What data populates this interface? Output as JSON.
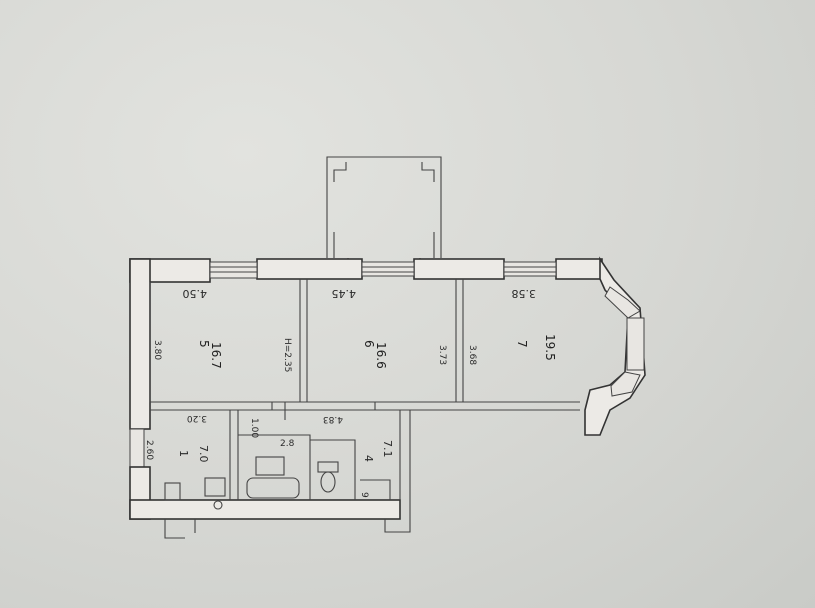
{
  "rooms": [
    {
      "id": "room-1",
      "number": "5",
      "area": "16.7"
    },
    {
      "id": "room-2",
      "number": "6",
      "area": "16.6"
    },
    {
      "id": "room-3",
      "number": "7",
      "area": "19.5"
    },
    {
      "id": "kitchen",
      "number": "1",
      "area": "7.0"
    },
    {
      "id": "hall",
      "number": "4",
      "area": "7.1"
    }
  ],
  "dimensions": {
    "top_left": "4.50",
    "top_mid": "4.45",
    "top_right": "3.58",
    "left_height": "3.80",
    "mid_height": "H=2.35",
    "right_inner": "3.73",
    "right_height": "3.68",
    "kitchen_width": "3.20",
    "kitchen_height": "2.60",
    "corridor": "4.83",
    "bath_small": "1.00",
    "bath_w": "2.8",
    "hall_label": "9"
  }
}
